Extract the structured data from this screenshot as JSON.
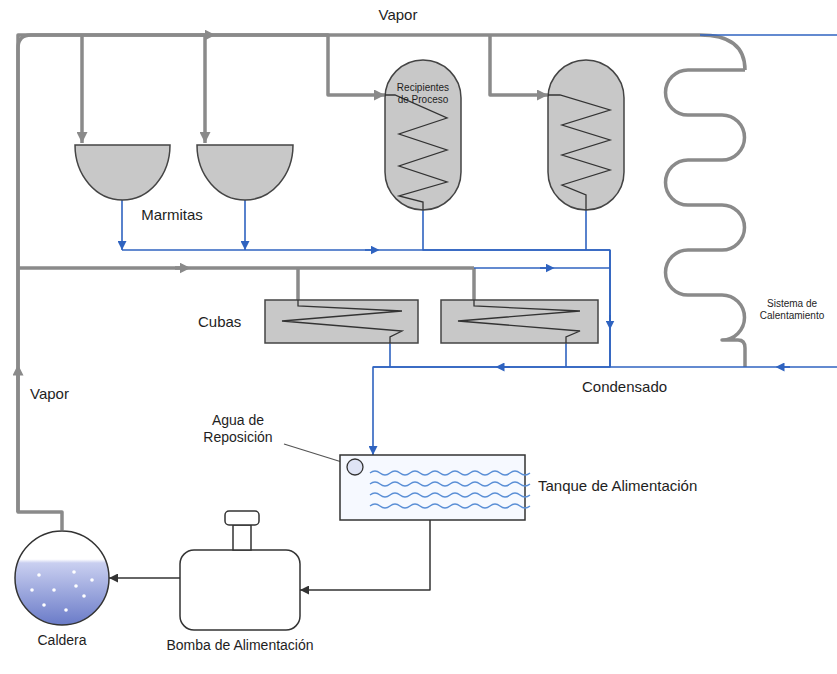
{
  "diagram": {
    "nodes": [
      {
        "text": [
          "Caldera"
        ]
      },
      {
        "text": [
          "Bomba de Alimentación"
        ]
      },
      {
        "text": [
          "Tanque de Alimentación"
        ]
      },
      {
        "text": [
          "Recipientes de Proceso"
        ]
      }
    ],
    "edges": [
      {
        "from": 2,
        "to": 1,
        "arrow": "to"
      },
      {
        "from": 1,
        "to": 0,
        "arrow": "to"
      },
      {
        "from": 0,
        "to": 3,
        "arrow": "to"
      },
      {
        "from": 3,
        "to": 2,
        "arrow": "to"
      }
    ],
    "labels": [
      "Vapor",
      "Marmitas",
      "Cubas",
      "Sistema de Calentamiento",
      "Vapor",
      "Agua de Reposición",
      "Condensado"
    ]
  }
}
